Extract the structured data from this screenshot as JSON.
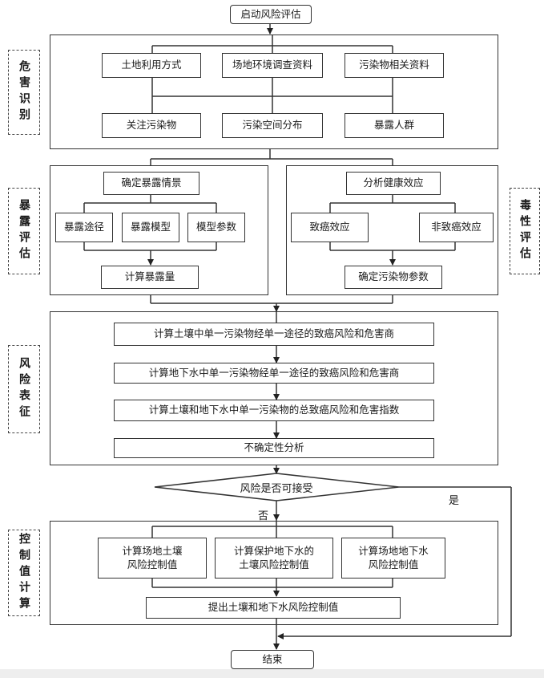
{
  "start": "启动风险评估",
  "sections": {
    "hazard_id": "危害识别",
    "exposure": "暴露评估",
    "toxicity": "毒性评估",
    "risk_char": "风险表征",
    "control": "控制值计算"
  },
  "hazard": {
    "row1": [
      "土地利用方式",
      "场地环境调查资料",
      "污染物相关资料"
    ],
    "row2": [
      "关注污染物",
      "污染空间分布",
      "暴露人群"
    ]
  },
  "exposure": {
    "scenario": "确定暴露情景",
    "params": [
      "暴露途径",
      "暴露模型",
      "模型参数"
    ],
    "dose": "计算暴露量"
  },
  "toxicity": {
    "effects": "分析健康效应",
    "carcinogenic": "致癌效应",
    "noncarcinogenic": "非致癌效应",
    "params": "确定污染物参数"
  },
  "risk": {
    "step1": "计算土壤中单一污染物经单一途径的致癌风险和危害商",
    "step2": "计算地下水中单一污染物经单一途径的致癌风险和危害商",
    "step3": "计算土壤和地下水中单一污染物的总致癌风险和危害指数",
    "step4": "不确定性分析"
  },
  "decision": {
    "question": "风险是否可接受",
    "no": "否",
    "yes": "是"
  },
  "control": {
    "boxes": [
      "计算场地土壤\n风险控制值",
      "计算保护地下水的\n土壤风险控制值",
      "计算场地地下水\n风险控制值"
    ],
    "propose": "提出土壤和地下水风险控制值"
  },
  "end": "结束"
}
